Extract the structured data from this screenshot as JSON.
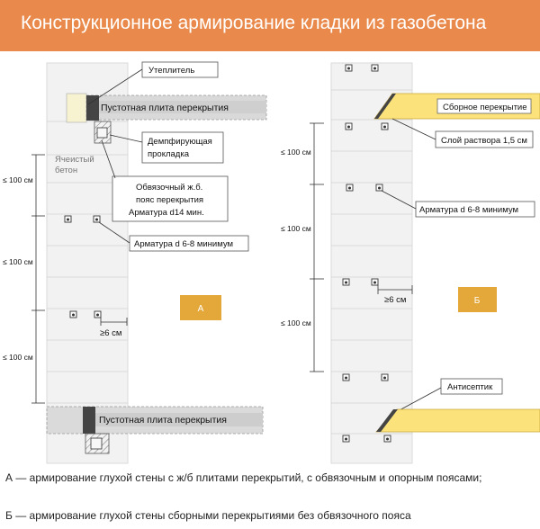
{
  "title": "Конструкционное армирование кладки из газобетона",
  "diagram_a": {
    "badge": "А",
    "label_insulation": "Утеплитель",
    "label_slab_top": "Пустотная плита перекрытия",
    "label_aerated_line1": "Ячеистый",
    "label_aerated_line2": "бетон",
    "label_damper_line1": "Демпфирующая",
    "label_damper_line2": "прокладка",
    "label_belt_line1": "Обвязочный ж.б.",
    "label_belt_line2": "пояс перекрытия",
    "label_belt_line3": "Арматура d14 мин.",
    "label_rebar": "Арматура d 6-8 минимум",
    "dim_upper": "≤ 100 см",
    "dim_middle": "≤ 100 см",
    "dim_lower": "≤ 100 см",
    "edge_gap": "≥6 см",
    "label_slab_bottom": "Пустотная плита перекрытия"
  },
  "diagram_b": {
    "badge": "Б",
    "label_floor": "Сборное перекрытие",
    "label_mortar": "Слой раствора 1,5 см",
    "label_rebar": "Арматура d 6-8 минимум",
    "dim_upper": "≤ 100 см",
    "dim_middle": "≤ 100 см",
    "dim_lower": "≤ 100 см",
    "edge_gap": "≥6 см",
    "label_antiseptic": "Антисептик"
  },
  "captions": {
    "a": "А — армирование глухой стены с ж/б плитами перекрытий, с обвязочным и опорным поясами;",
    "b": "Б — армирование глухой стены сборными перекрытиями без обвязочного пояса"
  },
  "colors": {
    "banner": "#e98a4c",
    "badge": "#e3a73a",
    "floor_yellow": "#fbe27a",
    "wall": "#f2f2f2",
    "slab": "#dcdcdc"
  }
}
